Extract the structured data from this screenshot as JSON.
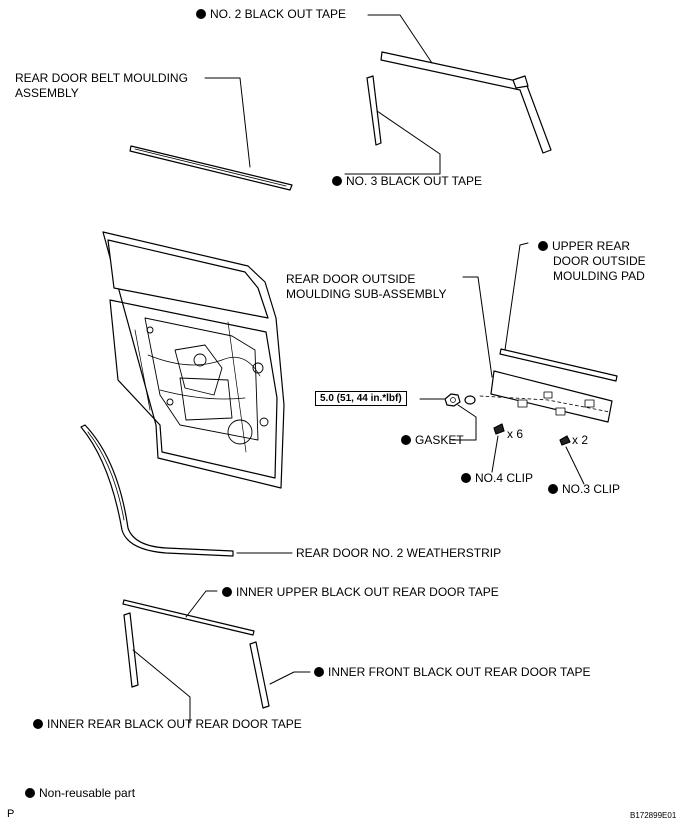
{
  "labels": {
    "no2_black_out_tape": "NO. 2 BLACK OUT TAPE",
    "belt_moulding_line1": "REAR DOOR BELT MOULDING",
    "belt_moulding_line2": "ASSEMBLY",
    "no3_black_out_tape": "NO. 3 BLACK OUT TAPE",
    "upper_pad_line1": "UPPER REAR",
    "upper_pad_line2": "DOOR OUTSIDE",
    "upper_pad_line3": "MOULDING PAD",
    "outside_moulding_line1": "REAR DOOR OUTSIDE",
    "outside_moulding_line2": "MOULDING SUB-ASSEMBLY",
    "torque_spec": "5.0 (51, 44 in.*lbf)",
    "gasket": "GASKET",
    "no4_clip": "NO.4 CLIP",
    "no3_clip": "NO.3 CLIP",
    "no4_clip_qty": "x 6",
    "no3_clip_qty": "x 2",
    "weatherstrip": "REAR DOOR NO. 2 WEATHERSTRIP",
    "inner_upper_tape": "INNER UPPER BLACK OUT REAR DOOR TAPE",
    "inner_front_tape": "INNER FRONT BLACK OUT REAR DOOR TAPE",
    "inner_rear_tape": "INNER REAR BLACK OUT REAR DOOR TAPE"
  },
  "legend": {
    "non_reusable": "Non-reusable part"
  },
  "footer": {
    "page_marker": "P",
    "figure_code": "B172899E01"
  }
}
